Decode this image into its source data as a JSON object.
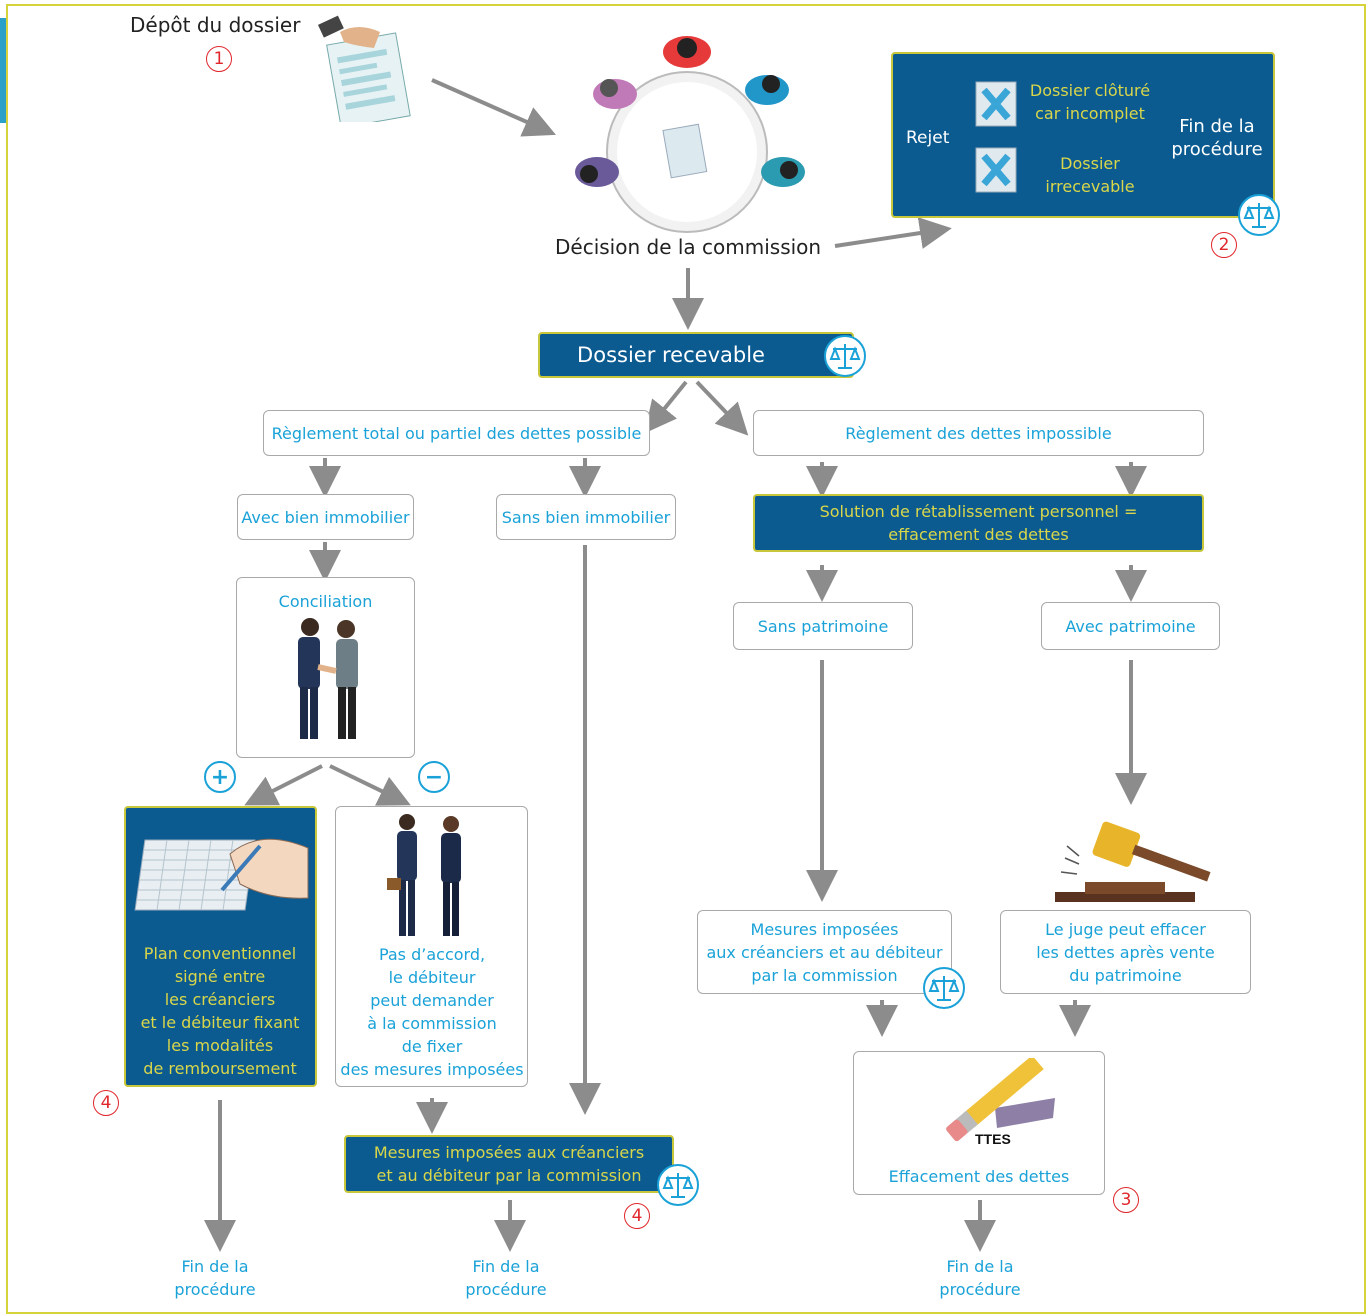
{
  "depot": {
    "label": "Dépôt du dossier",
    "num": "1"
  },
  "decision": {
    "label": "Décision de la commission"
  },
  "rejet": {
    "label": "Rejet",
    "item1": "Dossier clôturé\ncar incomplet",
    "item2": "Dossier\nirrecevable",
    "fin": "Fin de la\nprocédure",
    "num": "2"
  },
  "recevable": {
    "label": "Dossier recevable"
  },
  "left": {
    "title": "Règlement total ou partiel des dettes possible",
    "avec": "Avec bien immobilier",
    "sans": "Sans bien immobilier",
    "conciliation": "Conciliation",
    "plus": "+",
    "minus": "−",
    "plan": "Plan conventionnel\nsigné entre\nles créanciers\net le débiteur fixant\nles modalités\nde remboursement",
    "plan_num": "4",
    "pasaccord": "Pas d’accord,\nle débiteur\npeut demander\nà la commission\nde fixer\ndes mesures imposées",
    "mesures": "Mesures imposées aux créanciers\net au débiteur par la commission",
    "mesures_num": "4",
    "fin1": "Fin de la\nprocédure",
    "fin2": "Fin de la\nprocédure"
  },
  "right": {
    "title": "Règlement des dettes impossible",
    "solution": "Solution de rétablissement personnel =\neffacement des dettes",
    "sans": "Sans patrimoine",
    "avec": "Avec patrimoine",
    "mesures": "Mesures imposées\naux créanciers et au débiteur\npar la commission",
    "juge": "Le juge peut effacer\nles dettes après vente\ndu patrimoine",
    "effacement": "Effacement des dettes",
    "eraser_text": "TTES",
    "effacement_num": "3",
    "fin": "Fin de la\nprocédure"
  },
  "colors": {
    "blue_text": "#1aa2d8",
    "panel": "#0b5b91",
    "panel_border": "#c8c63a",
    "panel_text": "#d9d64a",
    "arrow": "#8c8c8c",
    "number": "#e0262b",
    "frame": "#d6d23a"
  }
}
